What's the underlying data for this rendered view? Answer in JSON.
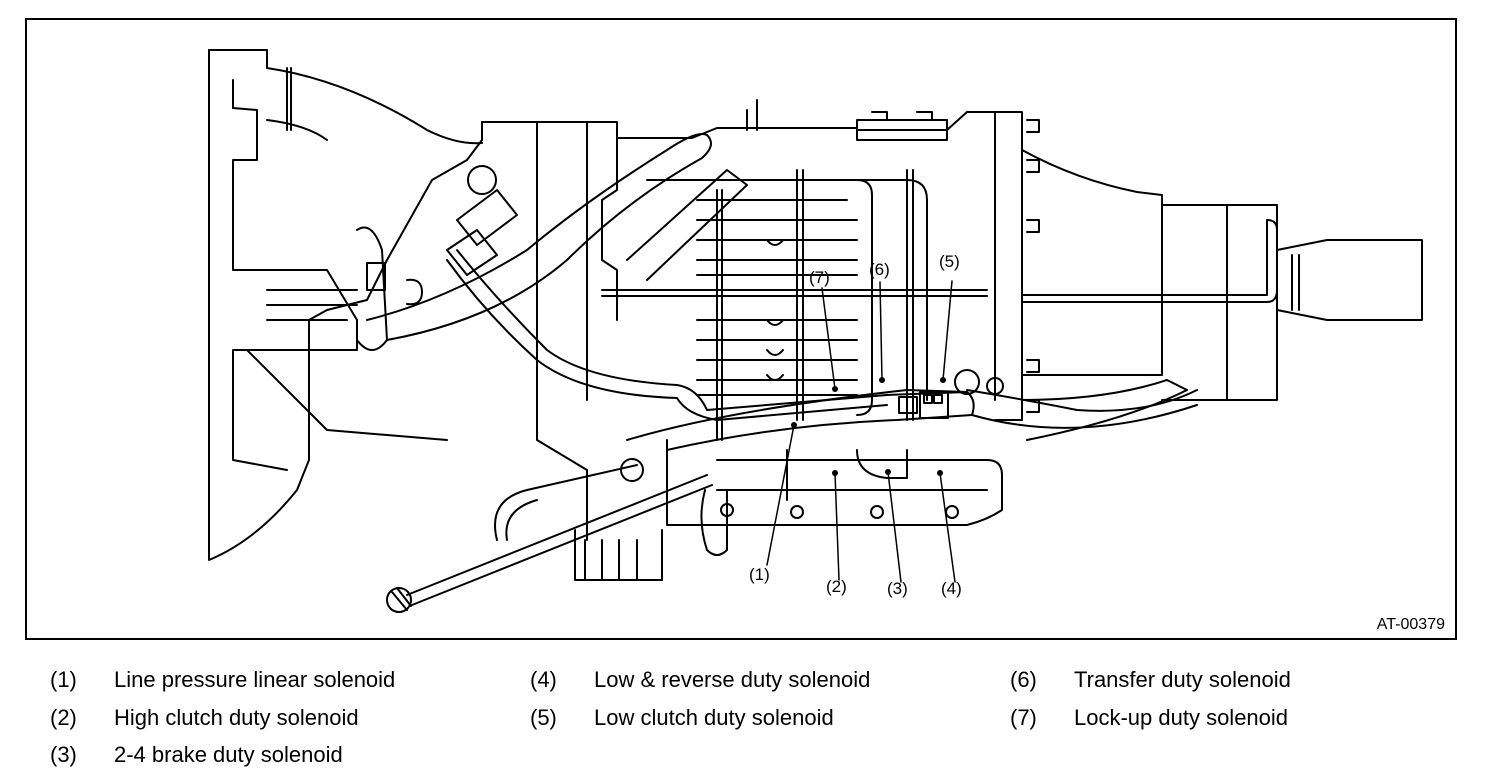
{
  "figure": {
    "code": "AT-00379",
    "subject": "automatic transmission side view with solenoid locations",
    "callouts": [
      {
        "id": "1",
        "label": "(1)"
      },
      {
        "id": "2",
        "label": "(2)"
      },
      {
        "id": "3",
        "label": "(3)"
      },
      {
        "id": "4",
        "label": "(4)"
      },
      {
        "id": "5",
        "label": "(5)"
      },
      {
        "id": "6",
        "label": "(6)"
      },
      {
        "id": "7",
        "label": "(7)"
      }
    ]
  },
  "legend": [
    {
      "num": "(1)",
      "text": "Line pressure linear solenoid"
    },
    {
      "num": "(2)",
      "text": "High clutch duty solenoid"
    },
    {
      "num": "(3)",
      "text": "2-4 brake duty solenoid"
    },
    {
      "num": "(4)",
      "text": "Low & reverse duty solenoid"
    },
    {
      "num": "(5)",
      "text": "Low clutch duty solenoid"
    },
    {
      "num": "(6)",
      "text": "Transfer duty solenoid"
    },
    {
      "num": "(7)",
      "text": "Lock-up duty solenoid"
    }
  ]
}
